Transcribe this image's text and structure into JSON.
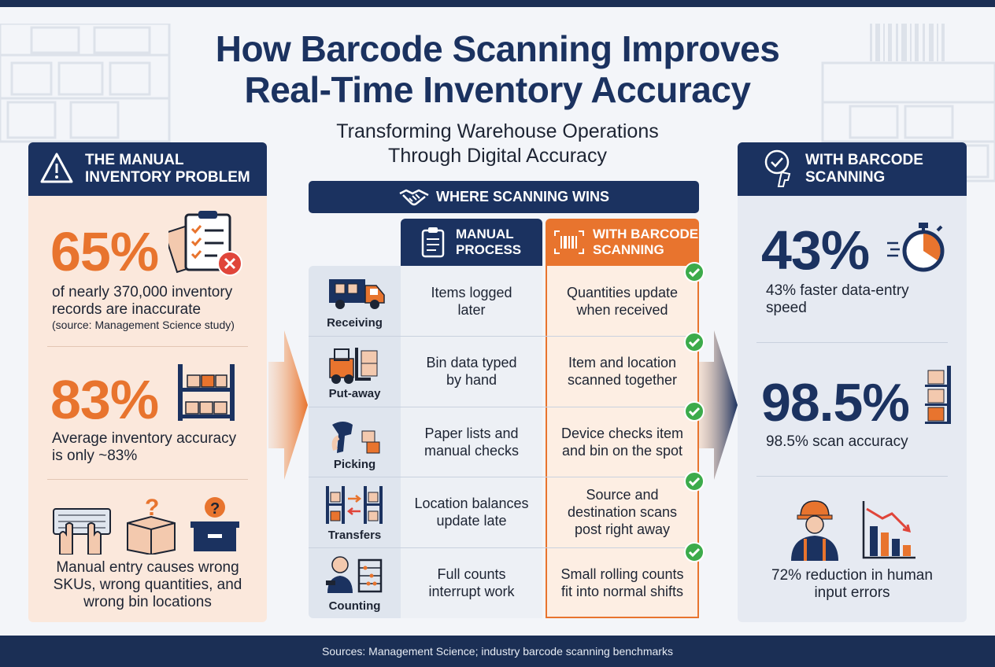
{
  "title_line1": "How Barcode Scanning Improves",
  "title_line2": "Real-Time Inventory Accuracy",
  "subtitle_line1": "Transforming Warehouse Operations",
  "subtitle_line2": "Through Digital Accuracy",
  "left_panel": {
    "heading_line1": "THE MANUAL",
    "heading_line2": "INVENTORY PROBLEM",
    "stat1": {
      "value": "65%",
      "text_line1": "of nearly 370,000 inventory",
      "text_line2": "records are inaccurate",
      "source": "(source: Management Science study)"
    },
    "stat2": {
      "value": "83%",
      "text_line1": "Average inventory accuracy",
      "text_line2": "is only ~83%"
    },
    "stat3": {
      "text_line1": "Manual entry causes wrong",
      "text_line2": "SKUs, wrong quantities, and",
      "text_line3": "wrong bin locations"
    }
  },
  "center": {
    "heading": "WHERE SCANNING WINS",
    "manual_header_line1": "MANUAL",
    "manual_header_line2": "PROCESS",
    "scan_header_line1": "WITH BARCODE",
    "scan_header_line2": "SCANNING",
    "rows": [
      {
        "label": "Receiving",
        "manual_1": "Items logged",
        "manual_2": "later",
        "scan_1": "Quantities update",
        "scan_2": "when received",
        "scan_3": ""
      },
      {
        "label": "Put-away",
        "manual_1": "Bin data typed",
        "manual_2": "by hand",
        "scan_1": "Item and location",
        "scan_2": "scanned together",
        "scan_3": ""
      },
      {
        "label": "Picking",
        "manual_1": "Paper lists and",
        "manual_2": "manual checks",
        "scan_1": "Device checks item",
        "scan_2": "and bin on the spot",
        "scan_3": ""
      },
      {
        "label": "Transfers",
        "manual_1": "Location balances",
        "manual_2": "update late",
        "scan_1": "Source and",
        "scan_2": "destination scans",
        "scan_3": "post right away"
      },
      {
        "label": "Counting",
        "manual_1": "Full counts",
        "manual_2": "interrupt work",
        "scan_1": "Small rolling counts",
        "scan_2": "fit into normal shifts",
        "scan_3": ""
      }
    ]
  },
  "right_panel": {
    "heading_line1": "WITH BARCODE",
    "heading_line2": "SCANNING",
    "stat1": {
      "value": "43%",
      "text_line1": "43% faster data-entry",
      "text_line2": "speed"
    },
    "stat2": {
      "value": "98.5%",
      "text_line1": "98.5% scan accuracy"
    },
    "stat3": {
      "text_line1": "72% reduction in human",
      "text_line2": "input errors"
    }
  },
  "footer": "Sources: Management Science; industry barcode scanning benchmarks",
  "colors": {
    "navy": "#1b3260",
    "orange": "#e8742e",
    "green": "#3cab4b",
    "red": "#e0453a"
  }
}
